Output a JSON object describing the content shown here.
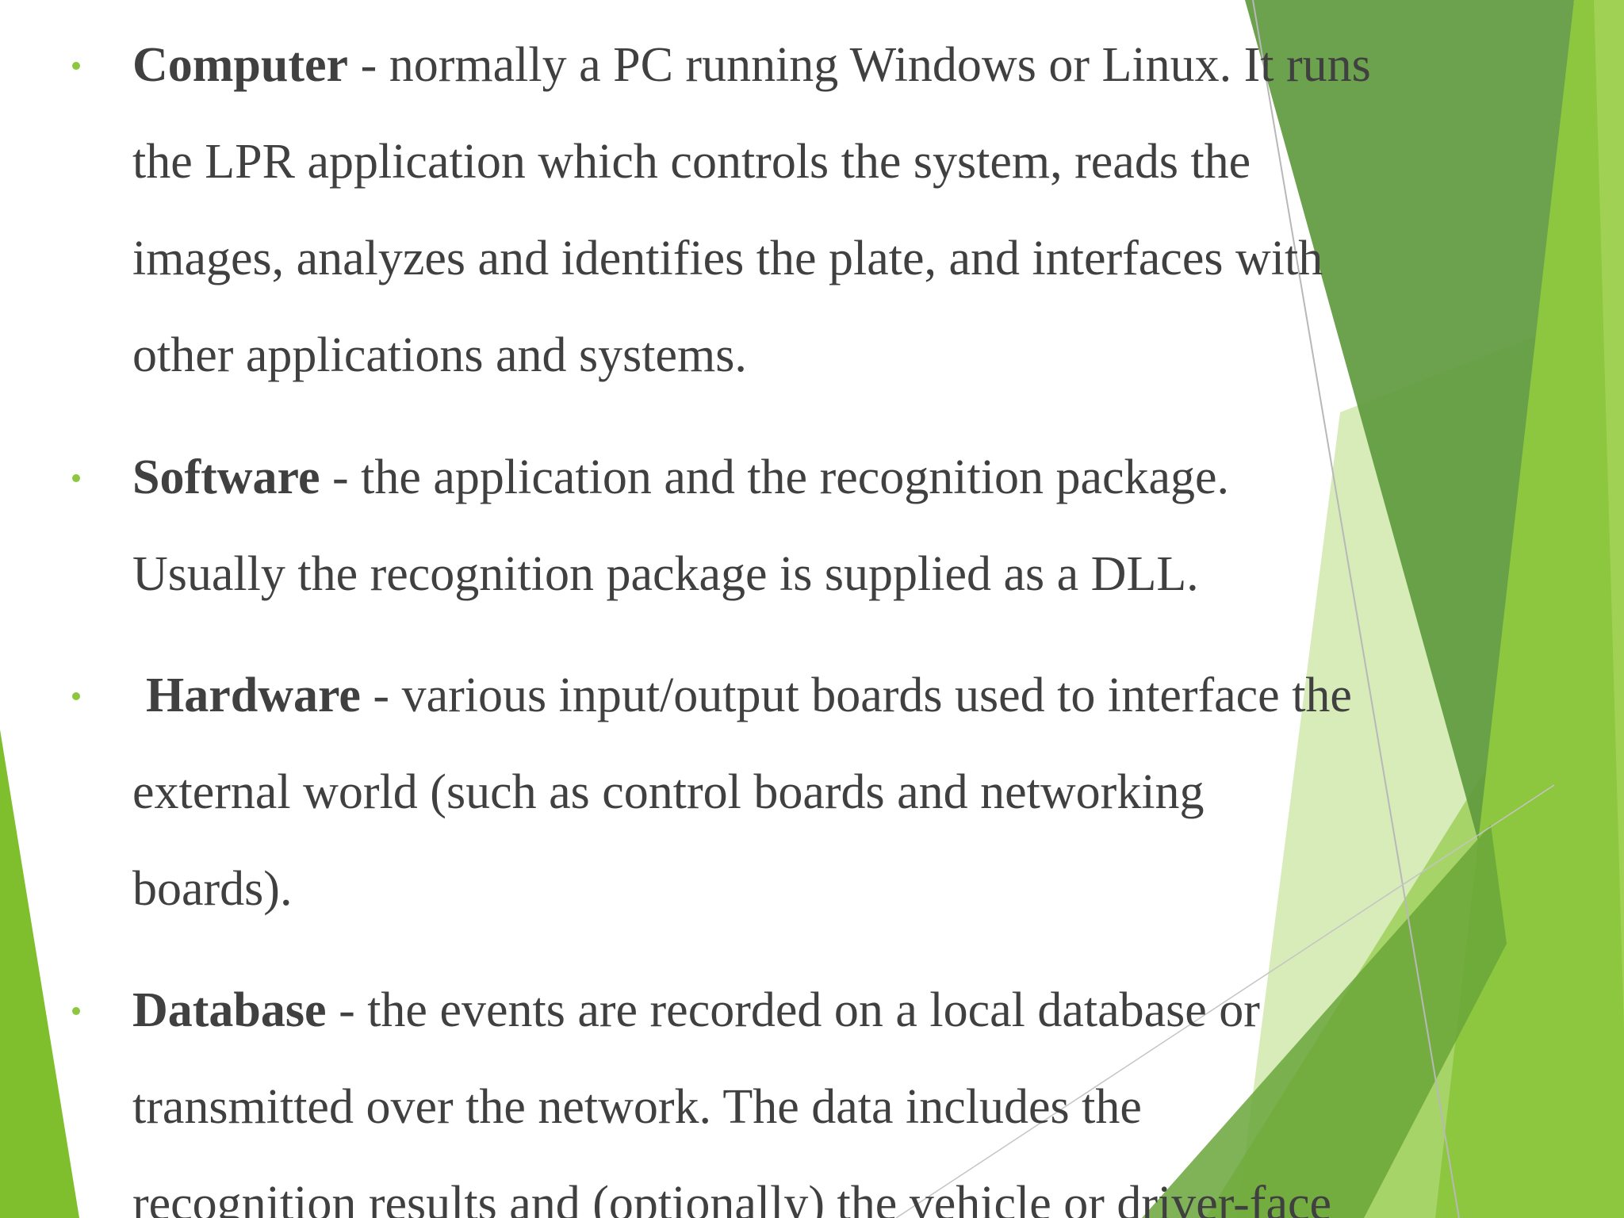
{
  "colors": {
    "background": "#ffffff",
    "text": "#404040",
    "bullet": "#8dc63f",
    "accent_dark": "#5f8f3a",
    "accent_light": "#8dc63f"
  },
  "bullets": [
    {
      "term": "Computer",
      "lines": [
        " - normally a PC running Windows or Linux. It runs",
        "the LPR application which controls the system, reads the",
        "images, analyzes and identifies the plate, and interfaces with",
        "other applications and systems."
      ]
    },
    {
      "term": "Software",
      "lines": [
        " - the application and the recognition package.",
        "Usually the recognition package is supplied as a DLL."
      ]
    },
    {
      "term": "Hardware",
      "lines": [
        " - various input/output boards used to interface the",
        "external world (such as control boards and networking",
        "boards)."
      ]
    },
    {
      "term": "Database",
      "lines": [
        " - the events are recorded on a local database or",
        "transmitted over the network. The data includes the",
        "recognition results and (optionally) the vehicle or driver-face"
      ]
    }
  ]
}
